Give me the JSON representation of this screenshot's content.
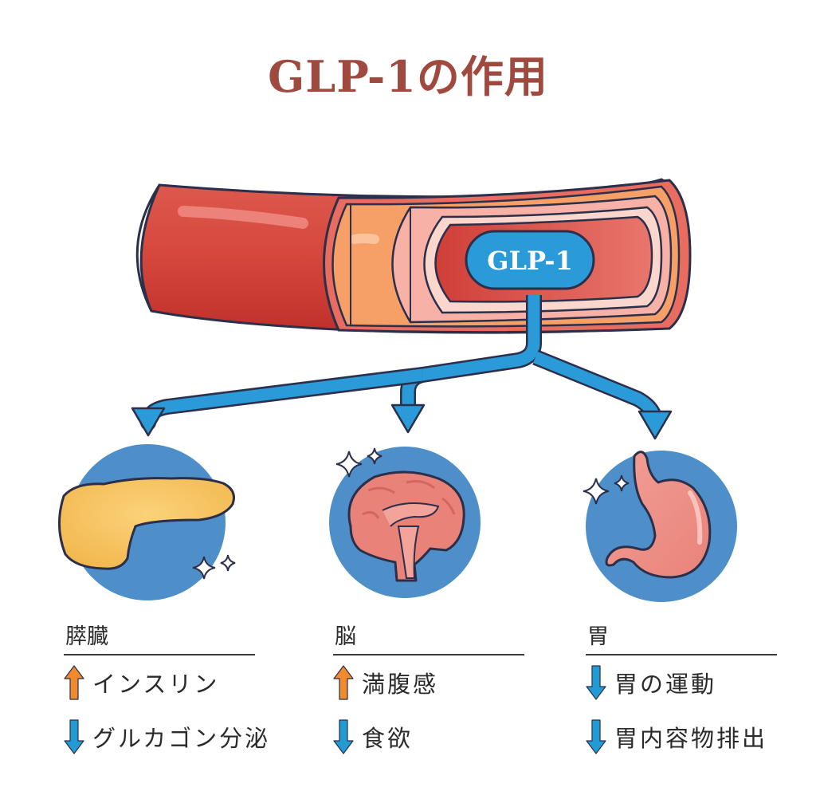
{
  "title": "GLP-1の作用",
  "vessel_label": "GLP-1",
  "colors": {
    "title": "#a04a3f",
    "up_arrow": "#f08a2c",
    "down_arrow": "#229bd4",
    "flow_arrow": "#2a9ad8",
    "circle": "#4e8fc9"
  },
  "organs": [
    {
      "name": "膵臓",
      "icon": "pancreas-icon",
      "effects": [
        {
          "direction": "up",
          "label": "インスリン"
        },
        {
          "direction": "down",
          "label": "グルカゴン分泌"
        }
      ]
    },
    {
      "name": "脳",
      "icon": "brain-icon",
      "effects": [
        {
          "direction": "up",
          "label": "満腹感"
        },
        {
          "direction": "down",
          "label": "食欲"
        }
      ]
    },
    {
      "name": "胃",
      "icon": "stomach-icon",
      "effects": [
        {
          "direction": "down",
          "label": "胃の運動"
        },
        {
          "direction": "down",
          "label": "胃内容物排出"
        }
      ]
    }
  ]
}
